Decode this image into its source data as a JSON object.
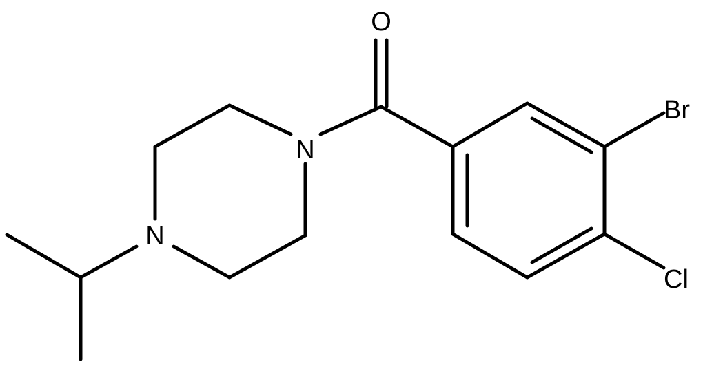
{
  "molecule": {
    "atoms": {
      "oxygen": "O",
      "nitrogen_carbonyl": "N",
      "nitrogen_isopropyl": "N",
      "bromine": "Br",
      "chlorine": "Cl"
    }
  },
  "colors": {
    "bond": "#000000",
    "label": "#000000",
    "background": "#ffffff"
  }
}
